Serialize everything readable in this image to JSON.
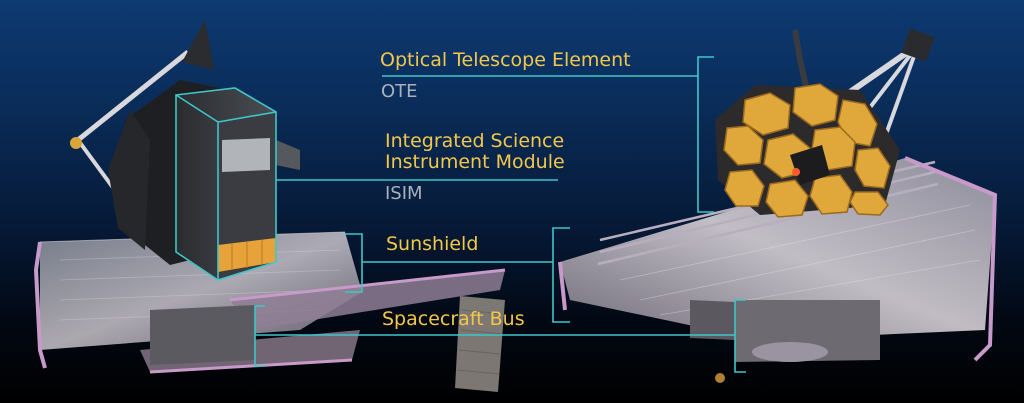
{
  "labels": {
    "ote_name": "Optical Telescope Element",
    "ote_abbr": "OTE",
    "isim_name_line1": "Integrated Science",
    "isim_name_line2": "Instrument Module",
    "isim_abbr": "ISIM",
    "sunshield": "Sunshield",
    "spacecraft_bus": "Spacecraft Bus"
  },
  "colors": {
    "accent_text": "#f2c84b",
    "abbr_text": "#a8b2bc",
    "leader_lines": "#3fc6c9",
    "mirror_gold": "#e0a73a",
    "sunshield_edge": "#c79ac9"
  }
}
